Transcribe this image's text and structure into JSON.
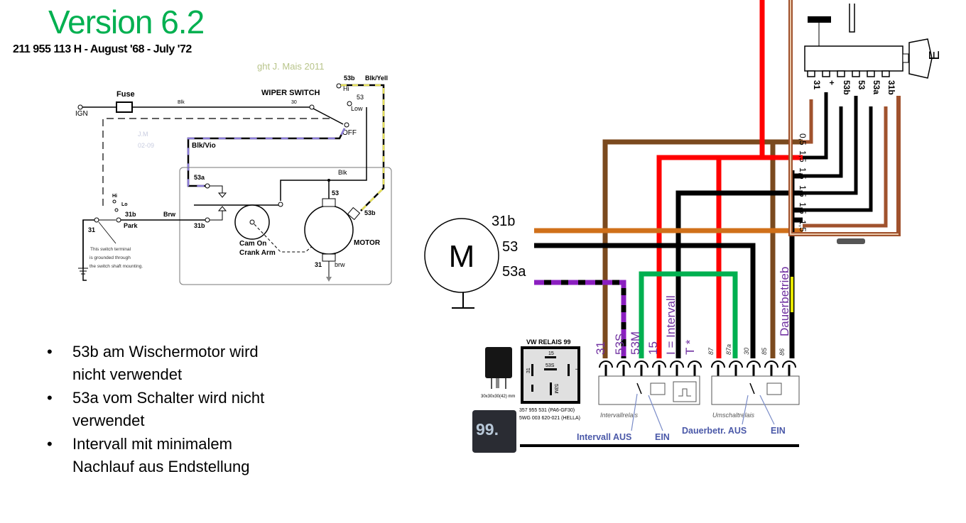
{
  "title": "Version 6.2",
  "subtitle": "211 955 113 H - August '68 - July '72",
  "bullets": [
    "53b am Wischermotor wird nicht verwendet",
    "53a vom Schalter wird nicht verwendet",
    "Intervall mit minimalem Nachlauf aus Endstellung"
  ],
  "colors": {
    "title": "#00b050",
    "annotation": "#4a58a8",
    "pin_label": "#7030a0"
  },
  "old_diagram": {
    "copyright": "ght J. Mais 2011",
    "watermark": [
      "J.M",
      "02-09"
    ],
    "fuse": "Fuse",
    "ign": "IGN",
    "blk_top": "Blk",
    "wiper_switch": "WIPER SWITCH",
    "t30": "30",
    "t53b_hi": "53b",
    "blk_yell": "Blk/Yell",
    "hi": "Hi",
    "t53": "53",
    "low": "Low",
    "off": "OFF",
    "blk_vio": "Blk/Vio",
    "blk": "Blk",
    "t53a": "53a",
    "t53_motor": "53",
    "t53b_motor": "53b",
    "motor": "MOTOR",
    "cam": "Cam On",
    "crank": "Crank Arm",
    "t31b_inner": "31b",
    "brw": "Brw",
    "t31b": "31b",
    "park": "Park",
    "hi_small": "Hi",
    "lo_small": "Lo",
    "t31": "31",
    "t31_motor": "31",
    "brw_motor": "brw",
    "note": [
      "This switch terminal",
      "is grounded through",
      "the switch shaft mounting."
    ]
  },
  "motor": {
    "symbol": "M",
    "labels": [
      "31b",
      "53",
      "53a"
    ]
  },
  "relay_pins": {
    "interval": [
      "31",
      "53S",
      "53M",
      "15",
      "I = Intervall",
      "T *"
    ],
    "switch": [
      "87",
      "87a",
      "30",
      "85",
      "86",
      "Dauerbetrieb"
    ]
  },
  "relay_info": {
    "title": "VW RELAIS 99",
    "pins": [
      "15",
      "53S",
      "31",
      "T",
      "53M"
    ],
    "size": "30x30x30(42) mm",
    "part1": "357 955 531 (PA6-GF30)",
    "part2": "5WG 003 620-021 (HELLA)",
    "badge": "99."
  },
  "relay_names": [
    "Intervallrelais",
    "Umschaltrelais"
  ],
  "annotations": [
    "Intervall AUS",
    "EIN",
    "Dauerbetr. AUS",
    "EIN"
  ],
  "switch_connector": {
    "pins": [
      "31",
      "+",
      "53b",
      "53",
      "53a",
      "31b"
    ],
    "wire_sizes": [
      "0,5",
      "1,5",
      "1,5",
      "1,5",
      "1,5",
      "1,5"
    ],
    "label": "E"
  }
}
